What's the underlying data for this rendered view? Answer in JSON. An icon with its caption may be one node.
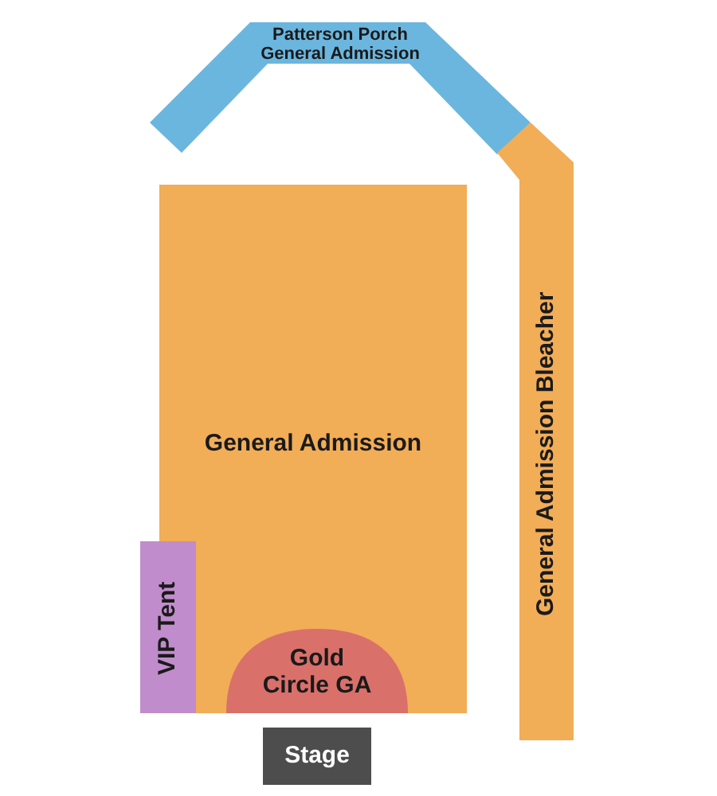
{
  "diagram": {
    "nodes": [
      {
        "text": [
          "Patterson Porch General Admission"
        ]
      },
      {
        "text": [
          "General Admission"
        ]
      },
      {
        "text": [
          "Gold Circle GA"
        ],
        "in": 1
      },
      {
        "text": [
          "General Admission Bleacher"
        ]
      },
      {
        "text": [
          "VIP Tent"
        ]
      },
      {
        "text": [
          "Stage"
        ]
      }
    ]
  }
}
